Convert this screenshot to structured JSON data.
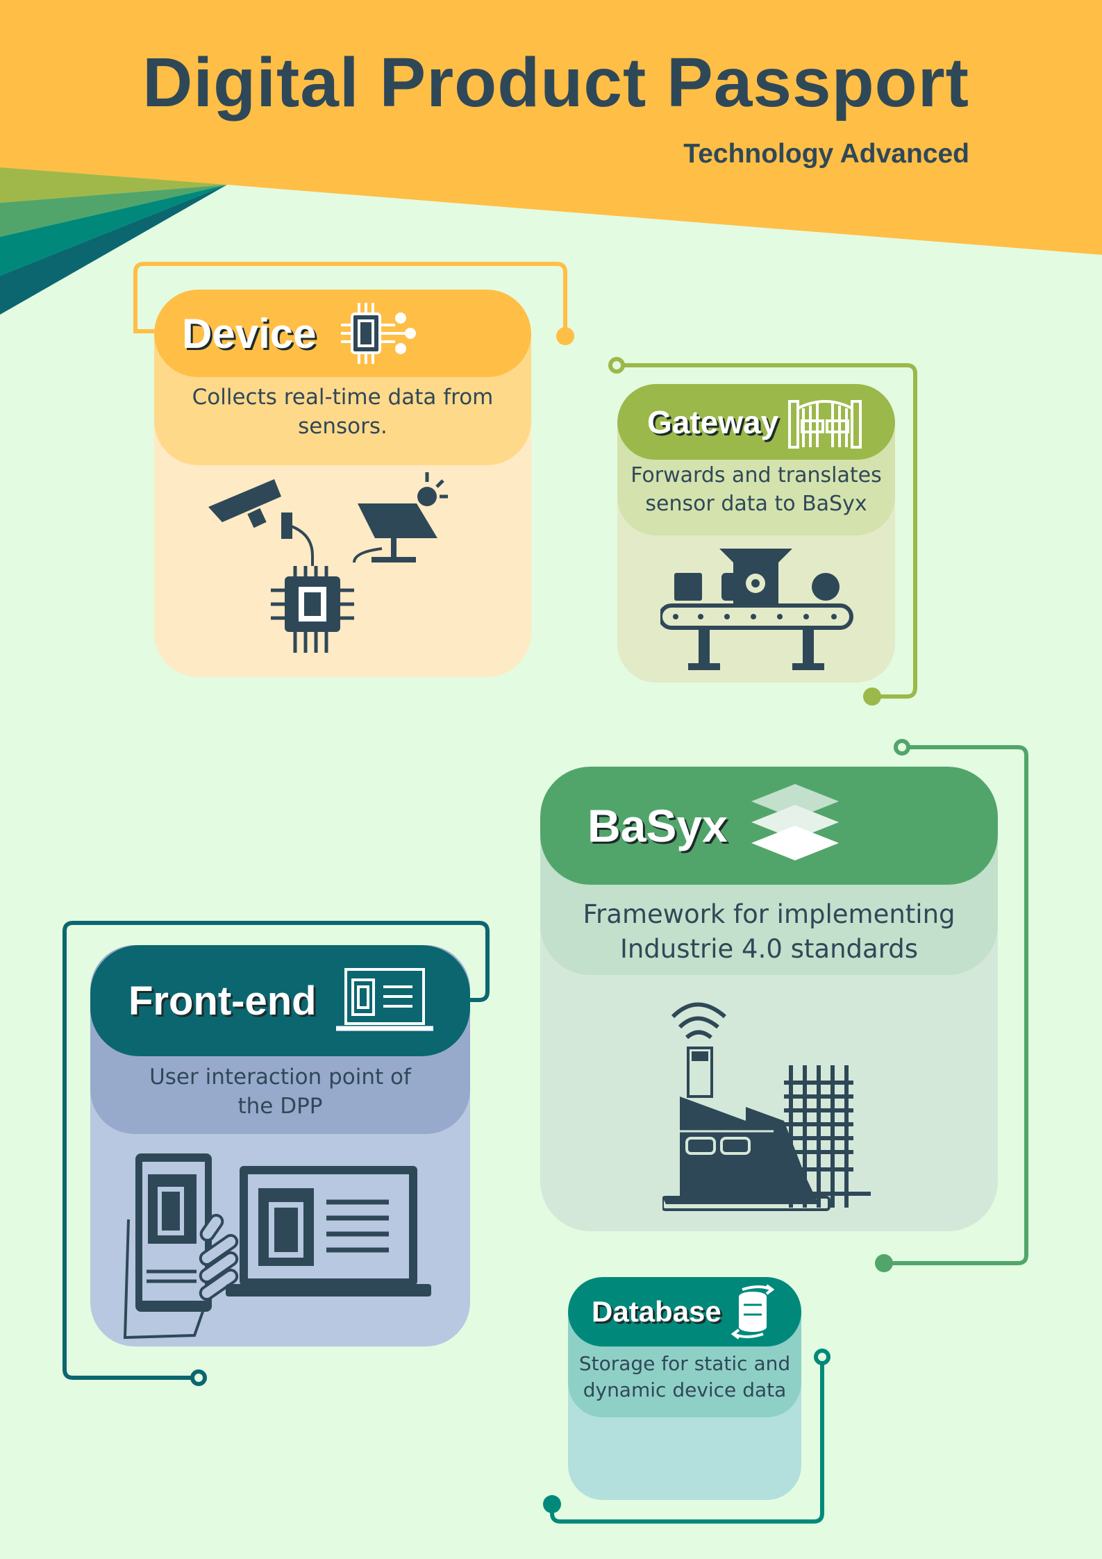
{
  "header": {
    "title": "Digital Product Passport",
    "subtitle": "Technology Advanced"
  },
  "colors": {
    "background": "#e3fbe0",
    "banner": "#ffbe46",
    "text": "#2f4858",
    "device": "#ffbe46",
    "gateway": "#9bb84a",
    "basyx": "#52a56a",
    "frontend": "#0b6670",
    "database": "#00897b"
  },
  "components": {
    "device": {
      "title": "Device",
      "description": "Collects real-time data from sensors.",
      "icon": "chip-icon",
      "illustration": "camera-solar-panel-chip"
    },
    "gateway": {
      "title": "Gateway",
      "description": "Forwards and translates sensor data to BaSyx",
      "icon": "gate-icon",
      "illustration": "conveyor-belt-machine"
    },
    "basyx": {
      "title": "BaSyx",
      "description": "Framework for implementing Industrie 4.0 standards",
      "icon": "layers-icon",
      "illustration": "smart-factory"
    },
    "frontend": {
      "title": "Front-end",
      "description": "User interaction point of the DPP",
      "icon": "laptop-document-icon",
      "illustration": "phone-and-laptop"
    },
    "database": {
      "title": "Database",
      "description": "Storage for static and dynamic device data",
      "icon": "database-sync-icon"
    }
  }
}
